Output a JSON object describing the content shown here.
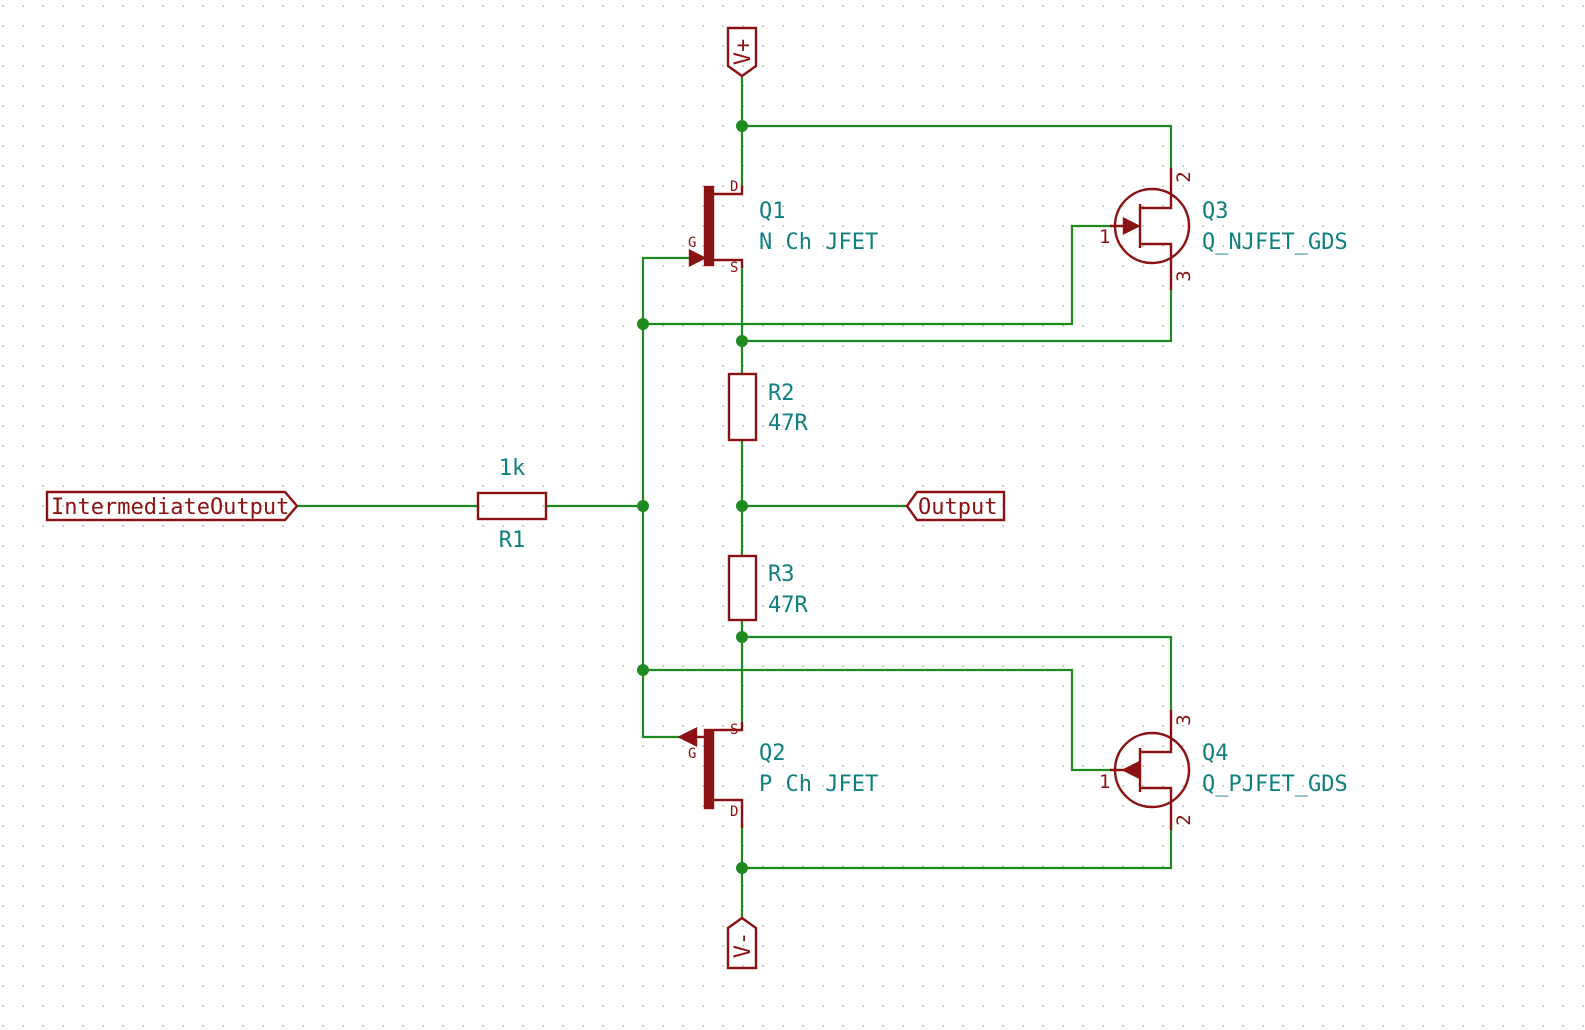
{
  "grid": {
    "color": "#bdbdbd"
  },
  "colors": {
    "wire": "#1f8a1f",
    "part": "#8a1212",
    "text": "#0f7f7f"
  },
  "power": {
    "vplus": "V+",
    "vminus": "V-"
  },
  "labels": {
    "input": "IntermediateOutput",
    "output": "Output"
  },
  "components": {
    "Q1": {
      "ref": "Q1",
      "value": "N Ch JFET",
      "pins": {
        "d": "D",
        "g": "G",
        "s": "S"
      }
    },
    "Q2": {
      "ref": "Q2",
      "value": "P Ch JFET",
      "pins": {
        "d": "D",
        "g": "G",
        "s": "S"
      }
    },
    "Q3": {
      "ref": "Q3",
      "value": "Q_NJFET_GDS",
      "pins": {
        "p1": "1",
        "p2": "2",
        "p3": "3"
      }
    },
    "Q4": {
      "ref": "Q4",
      "value": "Q_PJFET_GDS",
      "pins": {
        "p1": "1",
        "p2": "2",
        "p3": "3"
      }
    },
    "R1": {
      "ref": "R1",
      "value": "1k"
    },
    "R2": {
      "ref": "R2",
      "value": "47R"
    },
    "R3": {
      "ref": "R3",
      "value": "47R"
    }
  }
}
